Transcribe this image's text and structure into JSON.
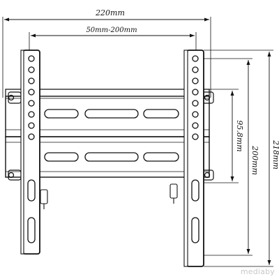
{
  "diagram": {
    "dimensions": {
      "overall_width": "220mm",
      "hole_spacing_range": "50mm-200mm",
      "center_offset": "95.8mm",
      "arm_hole_span": "200mm",
      "overall_height": "218mm"
    }
  },
  "watermark": "mediaby"
}
